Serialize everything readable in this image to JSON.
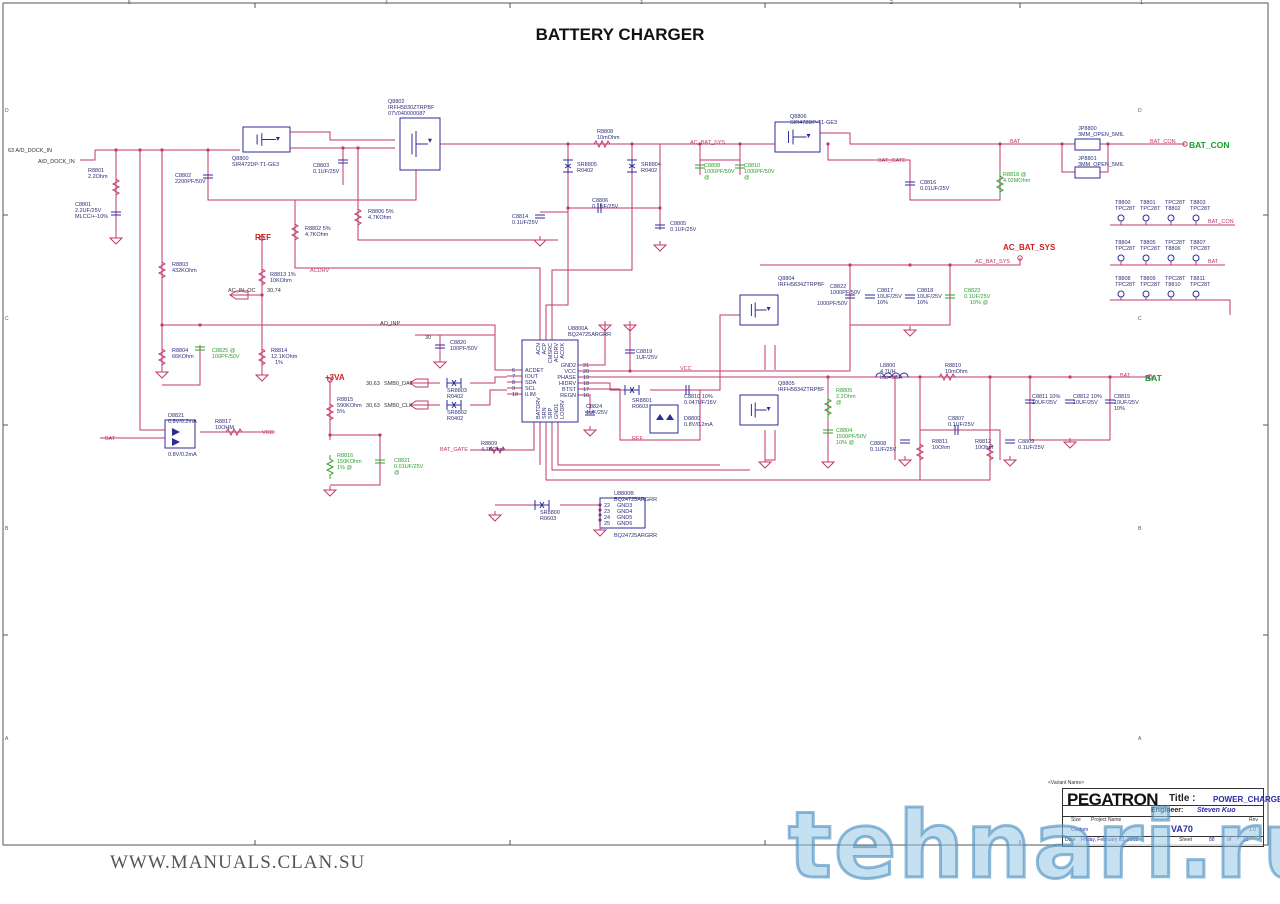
{
  "title": "BATTERY CHARGER",
  "zones": {
    "cols": [
      "5",
      "4",
      "3",
      "2",
      "1"
    ],
    "rows": [
      "D",
      "C",
      "B",
      "A"
    ]
  },
  "nets": {
    "a_d_dock_in_port": "63  A/D_DOCK_IN",
    "a_d_dock_in": "A/D_DOCK_IN",
    "ref": "REF",
    "ref_small": "REF",
    "ac_in_oc": "AC_IN_OC",
    "ac_in_oc_pages": "30,74",
    "acdrv": "ACDRV",
    "ac_bat_sys": "AC_BAT_SYS",
    "ac_bat_sys_big": "AC_BAT_SYS",
    "ac_bat_sys_2": "AC_BAT_SYS",
    "bat_gate": "BAT_GATE",
    "bat_gate_2": "BAT_GATE",
    "bat": "BAT",
    "bat_2": "BAT",
    "bat_big": "BAT",
    "bat_left": "BAT",
    "bat_con": "BAT_CON",
    "bat_con_2": "BAT_CON",
    "bat_con_big": "BAT_CON",
    "vcc": "VCC",
    "vcc_2": "VCC",
    "p3va": "+3VA",
    "ao_inp": "AO_INP",
    "ao_inp_pages": "30",
    "smb0_dat": "SMB0_DAT",
    "smb0_clk": "SMB0_CLK",
    "smb_pages_1": "30,63",
    "smb_pages_2": "30,63"
  },
  "components": {
    "R8801": {
      "ref": "R8801",
      "value": "2.2Ohm"
    },
    "C8801": {
      "ref": "C8801",
      "value": "2.2UF/25V",
      "note": "MLCC/+-10%"
    },
    "Q8800": {
      "ref": "Q8800",
      "value": "SIR472DP-T1-GE3"
    },
    "C8802": {
      "ref": "C8802",
      "value": "2200PF/50V"
    },
    "C8803": {
      "ref": "C8803",
      "value": "0.1UF/25V"
    },
    "Q8802": {
      "ref": "Q8802",
      "value": "IRFH5830ZTRPBF",
      "note": "07V040000087"
    },
    "R8802": {
      "ref": "R8802  5%",
      "value": "4.7KOhm"
    },
    "R8806": {
      "ref": "R8806  5%",
      "value": "4.7KOhm"
    },
    "R8803": {
      "ref": "R8803",
      "value": "432KOhm"
    },
    "R8813": {
      "ref": "R8813  1%",
      "value": "10KOhm"
    },
    "R8804": {
      "ref": "R8804",
      "value": "66KOhm"
    },
    "C8825": {
      "ref": "C8825  @",
      "value": "100PF/50V"
    },
    "R8814": {
      "ref": "R8814",
      "value": "12.1KOhm",
      "note": "1%"
    },
    "D8821": {
      "ref": "D8821",
      "value": "0.8V/0.2mA"
    },
    "R8817": {
      "ref": "R8817",
      "value": "10OHM"
    },
    "R8808": {
      "ref": "R8808",
      "value": "10mOhm"
    },
    "SR8805": {
      "ref": "SR8805",
      "value": "R0402"
    },
    "SR8804": {
      "ref": "SR8804",
      "value": "R0402"
    },
    "C8814": {
      "ref": "C8814",
      "value": "0.1UF/25V"
    },
    "C8806": {
      "ref": "C8806",
      "value": "0.1UF/25V"
    },
    "C8805": {
      "ref": "C8805",
      "value": "0.1UF/25V"
    },
    "C8808": {
      "ref": "C8808",
      "value": "1000PF/50V",
      "note": "@"
    },
    "C8810": {
      "ref": "C8810",
      "value": "1000PF/50V",
      "note": "@"
    },
    "Q8806": {
      "ref": "Q8806",
      "value": "SIR472DP-T1-GE3"
    },
    "C8816": {
      "ref": "C8816",
      "value": "0.01UF/25V"
    },
    "R8818": {
      "ref": "R8818  @",
      "value": "4.02MOhm"
    },
    "JP8800": {
      "ref": "JP8800",
      "value": "3MM_OPEN_5MIL"
    },
    "JP8801": {
      "ref": "JP8801",
      "value": "3MM_OPEN_5MIL"
    },
    "C8820": {
      "ref": "C8820",
      "value": "100PF/50V"
    },
    "U8800A": {
      "ref": "U8800A",
      "value": "BQ24725ARGRR"
    },
    "C8819": {
      "ref": "C8819",
      "value": "1UF/25V"
    },
    "C8824": {
      "ref": "C8824",
      "value": "1UF/25V"
    },
    "SR8801": {
      "ref": "SR8801",
      "value": "R0603"
    },
    "C8810b": {
      "ref": "C8810  10%",
      "value": "0.047UF/16V"
    },
    "D8800": {
      "ref": "D8800",
      "value": "0.8V/0.2mA"
    },
    "SR8803": {
      "ref": "SR8803",
      "value": "R0402"
    },
    "SR8802": {
      "ref": "SR8802",
      "value": "R0402"
    },
    "R8815": {
      "ref": "R8815",
      "value": "590KOhm",
      "note": "5%"
    },
    "R8816": {
      "ref": "R8816",
      "value": "150KOhm",
      "note": "1%  @"
    },
    "C8821": {
      "ref": "C8821",
      "value": "0.01UF/25V",
      "note": "@"
    },
    "R8809": {
      "ref": "R8809",
      "value": "4.7KOhm"
    },
    "SR8800": {
      "ref": "SR8800",
      "value": "R0603"
    },
    "U8800B": {
      "ref": "U8800B",
      "value": "BQ24725ARGRR"
    },
    "Q8804": {
      "ref": "Q8804",
      "value": "IRFH5834ZTRPBF"
    },
    "Q8805": {
      "ref": "Q8805",
      "value": "IRFH5834ZTRPBF"
    },
    "C8822": {
      "ref": "C8822",
      "value": "1000PF/50V"
    },
    "C8817": {
      "ref": "C8817",
      "value": "10UF/25V",
      "note": "10%"
    },
    "C8818": {
      "ref": "C8818",
      "value": "10UF/25V",
      "note": "10%"
    },
    "C8823": {
      "ref": "C8823",
      "value": "0.1UF/25V",
      "note": "10%  @"
    },
    "L8800": {
      "ref": "L8800",
      "value": "4.7UH",
      "note": "Irat=5.5A"
    },
    "R8810": {
      "ref": "R8810",
      "value": "10mOhm"
    },
    "R8805": {
      "ref": "R8805",
      "value": "2.2Ohm",
      "note": "@"
    },
    "C8804": {
      "ref": "C8804",
      "value": "1500PF/50V",
      "note": "10%  @"
    },
    "C8807": {
      "ref": "C8807",
      "value": "0.1UF/25V"
    },
    "C8808b": {
      "ref": "C8808",
      "value": "0.1UF/25V"
    },
    "R8811": {
      "ref": "R8811",
      "value": "10Ohm"
    },
    "R8812": {
      "ref": "R8812",
      "value": "10Ohm"
    },
    "C8809": {
      "ref": "C8809",
      "value": "0.1UF/25V"
    },
    "C8811": {
      "ref": "C8811  10%",
      "value": "10UF/25V"
    },
    "C8812": {
      "ref": "C8812  10%",
      "value": "10UF/25V"
    },
    "C8815": {
      "ref": "C8815",
      "value": "10UF/25V",
      "note": "10%"
    }
  },
  "ic_pins": {
    "top": [
      "ACN",
      "ACP",
      "CMSRC",
      "ACDRV",
      "ACOK"
    ],
    "left": [
      {
        "num": "6",
        "name": "ACDET"
      },
      {
        "num": "7",
        "name": "IOUT"
      },
      {
        "num": "8",
        "name": "SDA"
      },
      {
        "num": "9",
        "name": "SCL"
      },
      {
        "num": "10",
        "name": "ILIM"
      }
    ],
    "right": [
      {
        "num": "21",
        "name": "GND2"
      },
      {
        "num": "20",
        "name": "VCC"
      },
      {
        "num": "19",
        "name": "PHASE"
      },
      {
        "num": "18",
        "name": "HIDRV"
      },
      {
        "num": "17",
        "name": "BTST"
      },
      {
        "num": "16",
        "name": "REGN"
      }
    ],
    "bottom": [
      "BATDRV",
      "SRN",
      "SRP",
      "GND1",
      "LODRV"
    ],
    "gnd_block": [
      {
        "num": "22",
        "name": "GND3"
      },
      {
        "num": "23",
        "name": "GND4"
      },
      {
        "num": "24",
        "name": "GND5"
      },
      {
        "num": "25",
        "name": "GND6"
      }
    ]
  },
  "test_points": [
    [
      "T8800",
      "TPC28T"
    ],
    [
      "T8801",
      "TPC28T"
    ],
    [
      "TPC28T",
      "T8802"
    ],
    [
      "T8803",
      "TPC28T"
    ],
    [
      "T8804",
      "TPC28T"
    ],
    [
      "T8805",
      "TPC28T"
    ],
    [
      "TPC28T",
      "T8806"
    ],
    [
      "T8807",
      "TPC28T"
    ],
    [
      "T8808",
      "TPC28T"
    ],
    [
      "T8809",
      "TPC28T"
    ],
    [
      "TPC28T",
      "T8810"
    ],
    [
      "T8811",
      "TPC28T"
    ]
  ],
  "title_block": {
    "variant": "<Variant Name>",
    "company": "PEGATRON",
    "title_label": "Title :",
    "title_value": "POWER_CHARGER",
    "engineer_label": "Engineer:",
    "engineer_value": "Steven Kuo",
    "size_label": "Size",
    "size_value": "Custom",
    "project_label": "Project Name",
    "project_value": "VA70",
    "rev_label": "Rev",
    "rev_value": "1.0",
    "date_label": "Date",
    "date_value": "Friday, February 03, 2012",
    "sheet_label": "Sheet",
    "sheet_value": "88",
    "of_label": "of",
    "sheet_total": "15"
  },
  "watermarks": {
    "site": "WWW.MANUALS.CLAN.SU",
    "logo": "tehnari.ru"
  },
  "colors": {
    "wire": "#c2376e",
    "component": "#2d2d9a",
    "optional_part": "#2ea02e",
    "power_label": "#cc1f1f",
    "connector_label": "#1c9a2a"
  }
}
